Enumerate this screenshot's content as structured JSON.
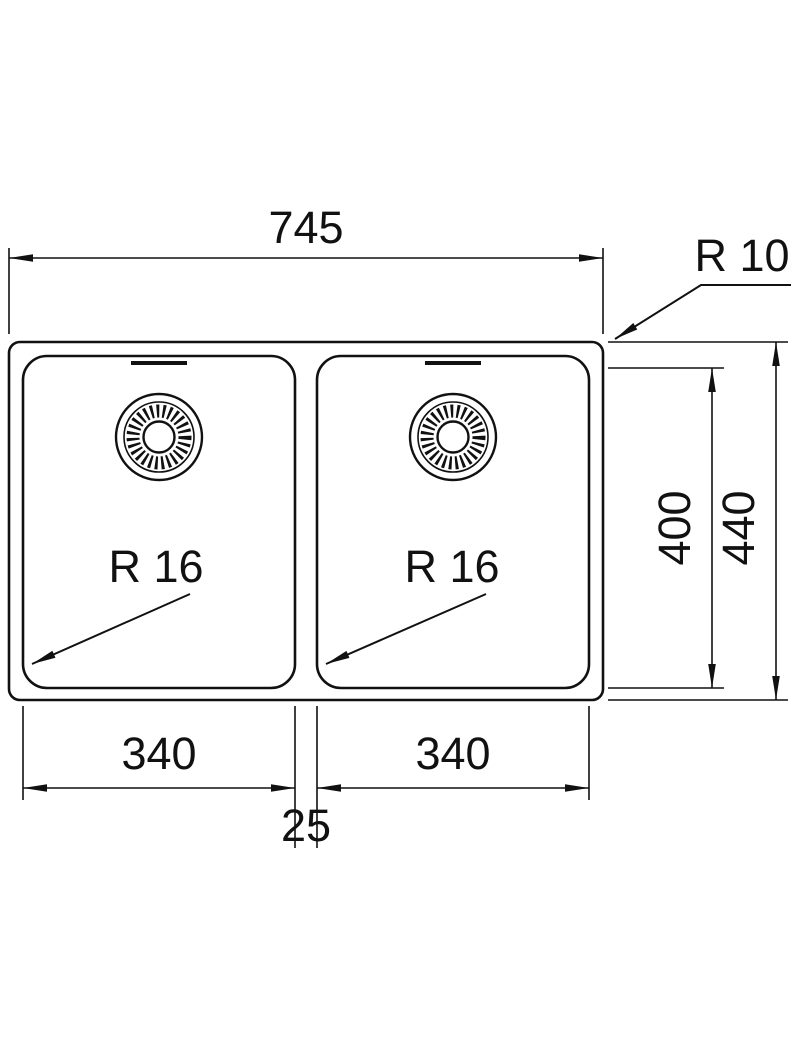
{
  "colors": {
    "ink": "#111111",
    "background": "#ffffff"
  },
  "labels": {
    "overall_width": "745",
    "outer_corner_radius": "R 10",
    "bowl_radius_left": "R 16",
    "bowl_radius_right": "R 16",
    "bowl_depth": "400",
    "overall_depth": "440",
    "bowl_width_left": "340",
    "bowl_width_right": "340",
    "center_divider": "25"
  }
}
